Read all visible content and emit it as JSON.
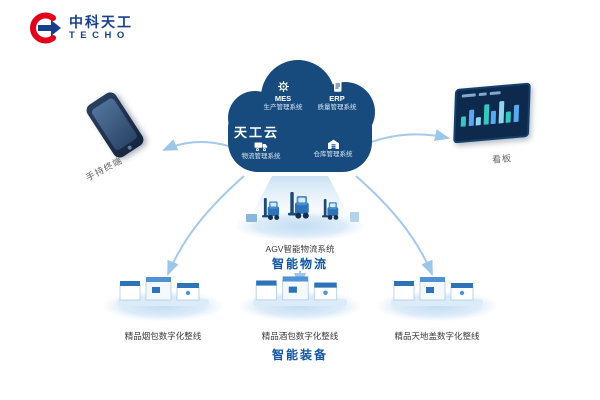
{
  "logo": {
    "cn": "中科天工",
    "en": "TECHO"
  },
  "cloud": {
    "title": "天工云",
    "apps": {
      "mes": {
        "name": "MES",
        "label": "生产管理系统",
        "icon": "gear-icon"
      },
      "erp": {
        "name": "ERP",
        "label": "质量管理系统",
        "icon": "document-icon"
      },
      "logistics": {
        "label": "物流管理系统",
        "icon": "truck-icon"
      },
      "warehouse": {
        "label": "仓库管理系统",
        "icon": "warehouse-icon"
      }
    }
  },
  "devices": {
    "handheld": "手持终端",
    "kanban": "看板"
  },
  "logistics": {
    "agv_label": "AGV智能物流系统",
    "section": "智能物流"
  },
  "equipment": {
    "lines": [
      {
        "label": "精品烟包数字化整线"
      },
      {
        "label": "精品酒包数字化整线"
      },
      {
        "label": "精品天地盖数字化整线"
      }
    ],
    "section": "智能装备"
  },
  "colors": {
    "cloud_fill": "#174a7d",
    "accent_blue": "#1156a6",
    "logo_red": "#e2001a",
    "logo_blue": "#16408e",
    "arrow": "#a4c9ec",
    "platform": "#cfe4f6"
  }
}
